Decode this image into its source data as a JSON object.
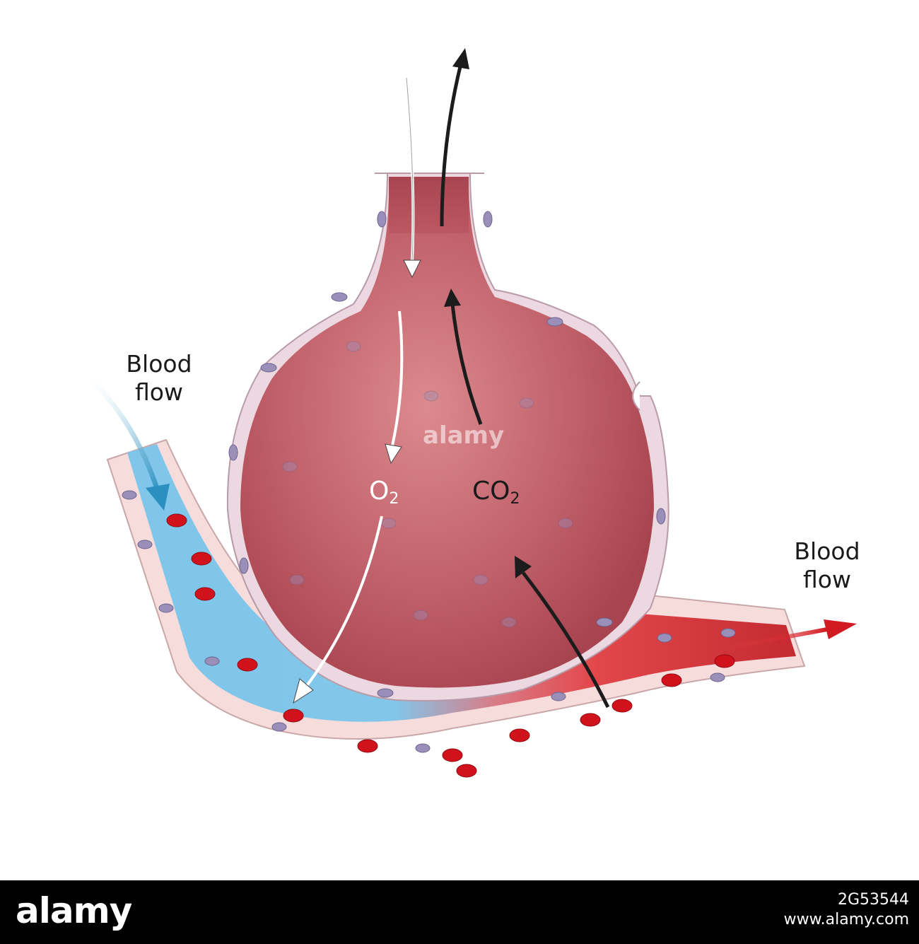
{
  "labels": {
    "blood_flow_in": "Blood\nflow",
    "blood_flow_out": "Blood\nflow",
    "oxygen_main": "O",
    "oxygen_sub": "2",
    "co2_main": "CO",
    "co2_sub": "2"
  },
  "watermark": {
    "center": "alamy",
    "footer_logo": "alamy",
    "image_id": "2G53544",
    "url": "www.alamy.com"
  },
  "colors": {
    "alveolus": "#b8515b",
    "alveolus_light": "#d98286",
    "wall": "#ecd8e0",
    "nucleus": "#9a8fb8",
    "deoxygenated_blood": "#7fc6ea",
    "oxygenated_blood": "#e2474b",
    "red_blood_cell": "#d1121c",
    "vessel_wall": "#f6dcda",
    "inflow_arrow": "#2b8fc0",
    "outflow_arrow": "#d11a22",
    "co2_arrow": "#1c1c1c",
    "o2_arrow": "#ffffff"
  }
}
